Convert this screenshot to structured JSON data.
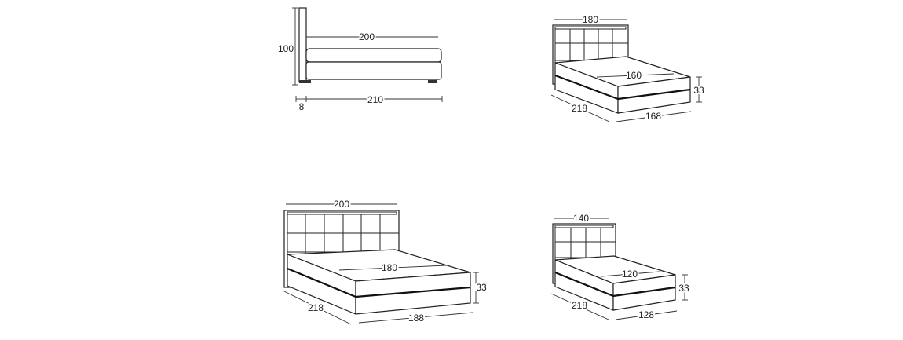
{
  "side_view": {
    "height": "100",
    "length": "200",
    "total_length": "210",
    "headboard_depth": "8"
  },
  "bed_160": {
    "headboard_width": "180",
    "mattress_width": "160",
    "height": "33",
    "depth": "218",
    "width": "168"
  },
  "bed_180": {
    "headboard_width": "200",
    "mattress_width": "180",
    "height": "33",
    "depth": "218",
    "width": "188"
  },
  "bed_120": {
    "headboard_width": "140",
    "mattress_width": "120",
    "height": "33",
    "depth": "218",
    "width": "128"
  }
}
